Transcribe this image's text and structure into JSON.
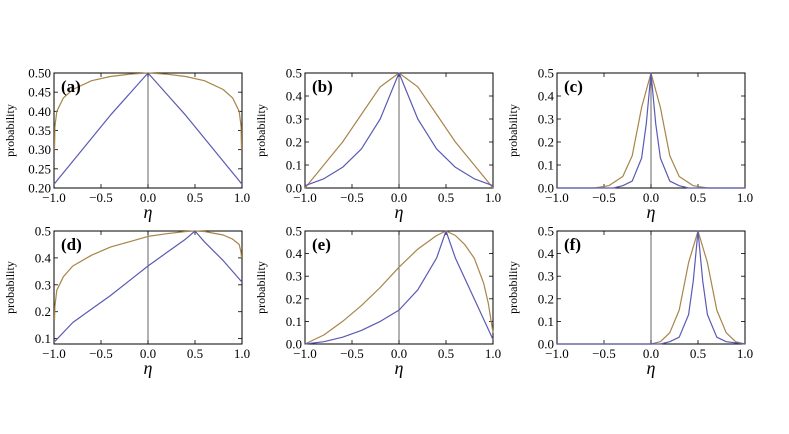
{
  "colors": {
    "series_brown": "#a8844a",
    "series_blue": "#5a5ab4",
    "vline": "#555555",
    "frame": "#000000"
  },
  "chart_data": [
    {
      "type": "line",
      "panel_label": "(a)",
      "xlabel": "η",
      "ylabel": "probability",
      "xlim": [
        -1.0,
        1.0
      ],
      "ylim": [
        0.2,
        0.5
      ],
      "xticks": [
        "−1.0",
        "−0.5",
        "0.0",
        "0.5",
        "1.0"
      ],
      "yticks": [
        "0.20",
        "0.25",
        "0.30",
        "0.35",
        "0.40",
        "0.45",
        "0.50"
      ],
      "vline_x": 0.0,
      "series": [
        {
          "x": [
            -0.995,
            -0.99,
            -0.97,
            -0.9,
            -0.8,
            -0.6,
            -0.4,
            -0.2,
            0,
            0.2,
            0.4,
            0.6,
            0.8,
            0.9,
            0.97,
            0.99,
            0.995
          ],
          "y": [
            0.3,
            0.36,
            0.4,
            0.435,
            0.457,
            0.48,
            0.491,
            0.497,
            0.5,
            0.497,
            0.491,
            0.48,
            0.457,
            0.435,
            0.4,
            0.36,
            0.3
          ]
        },
        {
          "x": [
            -1.0,
            -0.8,
            -0.6,
            -0.4,
            -0.2,
            0,
            0.2,
            0.4,
            0.6,
            0.8,
            1.0
          ],
          "y": [
            0.21,
            0.27,
            0.33,
            0.39,
            0.445,
            0.5,
            0.445,
            0.39,
            0.33,
            0.27,
            0.21
          ]
        }
      ]
    },
    {
      "type": "line",
      "panel_label": "(b)",
      "xlabel": "η",
      "ylabel": "probability",
      "xlim": [
        -1.0,
        1.0
      ],
      "ylim": [
        0.0,
        0.5
      ],
      "xticks": [
        "−1.0",
        "−0.5",
        "0.0",
        "0.5",
        "1.0"
      ],
      "yticks": [
        "0.0",
        "0.1",
        "0.2",
        "0.3",
        "0.4",
        "0.5"
      ],
      "vline_x": 0.0,
      "series": [
        {
          "x": [
            -1.0,
            -0.8,
            -0.6,
            -0.4,
            -0.2,
            0,
            0.2,
            0.4,
            0.6,
            0.8,
            1.0
          ],
          "y": [
            0.0,
            0.1,
            0.2,
            0.32,
            0.44,
            0.5,
            0.44,
            0.32,
            0.2,
            0.1,
            0.0
          ]
        },
        {
          "x": [
            -1.0,
            -0.8,
            -0.6,
            -0.4,
            -0.2,
            0,
            0.2,
            0.4,
            0.6,
            0.8,
            1.0
          ],
          "y": [
            0.01,
            0.04,
            0.09,
            0.17,
            0.3,
            0.5,
            0.3,
            0.17,
            0.09,
            0.04,
            0.01
          ]
        }
      ]
    },
    {
      "type": "line",
      "panel_label": "(c)",
      "xlabel": "η",
      "ylabel": "probability",
      "xlim": [
        -1.0,
        1.0
      ],
      "ylim": [
        0.0,
        0.5
      ],
      "xticks": [
        "−1.0",
        "−0.5",
        "0.0",
        "0.5",
        "1.0"
      ],
      "yticks": [
        "0.0",
        "0.1",
        "0.2",
        "0.3",
        "0.4",
        "0.5"
      ],
      "vline_x": 0.0,
      "series": [
        {
          "x": [
            -1.0,
            -0.6,
            -0.45,
            -0.3,
            -0.2,
            -0.1,
            0,
            0.1,
            0.2,
            0.3,
            0.45,
            0.6,
            1.0
          ],
          "y": [
            0.0,
            0.0,
            0.01,
            0.05,
            0.14,
            0.35,
            0.5,
            0.35,
            0.14,
            0.05,
            0.01,
            0.0,
            0.0
          ]
        },
        {
          "x": [
            -1.0,
            -0.4,
            -0.3,
            -0.2,
            -0.1,
            -0.05,
            0,
            0.05,
            0.1,
            0.2,
            0.3,
            0.4,
            1.0
          ],
          "y": [
            0.0,
            0.0,
            0.01,
            0.03,
            0.13,
            0.28,
            0.5,
            0.28,
            0.13,
            0.03,
            0.01,
            0.0,
            0.0
          ]
        }
      ]
    },
    {
      "type": "line",
      "panel_label": "(d)",
      "xlabel": "η",
      "ylabel": "probability",
      "xlim": [
        -1.0,
        1.0
      ],
      "ylim": [
        0.08,
        0.5
      ],
      "xticks": [
        "−1.0",
        "−0.5",
        "0.0",
        "0.5",
        "1.0"
      ],
      "yticks": [
        "0.1",
        "0.2",
        "0.3",
        "0.4",
        "0.5"
      ],
      "vline_x": 0.0,
      "series": [
        {
          "x": [
            -0.995,
            -0.99,
            -0.97,
            -0.9,
            -0.8,
            -0.6,
            -0.4,
            -0.2,
            0,
            0.2,
            0.4,
            0.5,
            0.6,
            0.8,
            0.9,
            0.97,
            0.99,
            0.995
          ],
          "y": [
            0.17,
            0.22,
            0.28,
            0.33,
            0.37,
            0.41,
            0.44,
            0.46,
            0.48,
            0.49,
            0.498,
            0.5,
            0.498,
            0.485,
            0.47,
            0.45,
            0.42,
            0.4
          ]
        },
        {
          "x": [
            -0.99,
            -0.8,
            -0.6,
            -0.4,
            -0.2,
            0,
            0.2,
            0.4,
            0.5,
            0.6,
            0.8,
            1.0
          ],
          "y": [
            0.09,
            0.16,
            0.21,
            0.26,
            0.315,
            0.37,
            0.42,
            0.47,
            0.5,
            0.46,
            0.39,
            0.31
          ]
        }
      ]
    },
    {
      "type": "line",
      "panel_label": "(e)",
      "xlabel": "η",
      "ylabel": "probability",
      "xlim": [
        -1.0,
        1.0
      ],
      "ylim": [
        0.0,
        0.5
      ],
      "xticks": [
        "−1.0",
        "−0.5",
        "0.0",
        "0.5",
        "1.0"
      ],
      "yticks": [
        "0.0",
        "0.1",
        "0.2",
        "0.3",
        "0.4",
        "0.5"
      ],
      "vline_x": 0.0,
      "series": [
        {
          "x": [
            -1.0,
            -0.8,
            -0.6,
            -0.4,
            -0.2,
            0,
            0.2,
            0.4,
            0.5,
            0.6,
            0.7,
            0.8,
            0.9,
            0.95,
            1.0
          ],
          "y": [
            0.0,
            0.04,
            0.1,
            0.17,
            0.25,
            0.34,
            0.42,
            0.48,
            0.5,
            0.48,
            0.44,
            0.38,
            0.27,
            0.18,
            0.05
          ]
        },
        {
          "x": [
            -1.0,
            -0.8,
            -0.6,
            -0.4,
            -0.2,
            0,
            0.2,
            0.4,
            0.5,
            0.6,
            0.8,
            1.0
          ],
          "y": [
            0.0,
            0.01,
            0.03,
            0.06,
            0.1,
            0.15,
            0.24,
            0.38,
            0.5,
            0.38,
            0.2,
            0.02
          ]
        }
      ]
    },
    {
      "type": "line",
      "panel_label": "(f)",
      "xlabel": "η",
      "ylabel": "probability",
      "xlim": [
        -1.0,
        1.0
      ],
      "ylim": [
        0.0,
        0.5
      ],
      "xticks": [
        "−1.0",
        "−0.5",
        "0.0",
        "0.5",
        "1.0"
      ],
      "yticks": [
        "0.0",
        "0.1",
        "0.2",
        "0.3",
        "0.4",
        "0.5"
      ],
      "vline_x": 0.0,
      "series": [
        {
          "x": [
            -1.0,
            0.0,
            0.1,
            0.2,
            0.3,
            0.4,
            0.5,
            0.6,
            0.7,
            0.8,
            0.9,
            1.0
          ],
          "y": [
            0.0,
            0.0,
            0.01,
            0.05,
            0.15,
            0.36,
            0.5,
            0.36,
            0.15,
            0.05,
            0.01,
            0.0
          ]
        },
        {
          "x": [
            -1.0,
            0.1,
            0.2,
            0.3,
            0.4,
            0.45,
            0.5,
            0.55,
            0.6,
            0.7,
            0.8,
            1.0
          ],
          "y": [
            0.0,
            0.0,
            0.01,
            0.03,
            0.13,
            0.28,
            0.5,
            0.28,
            0.13,
            0.03,
            0.01,
            0.0
          ]
        }
      ]
    }
  ]
}
